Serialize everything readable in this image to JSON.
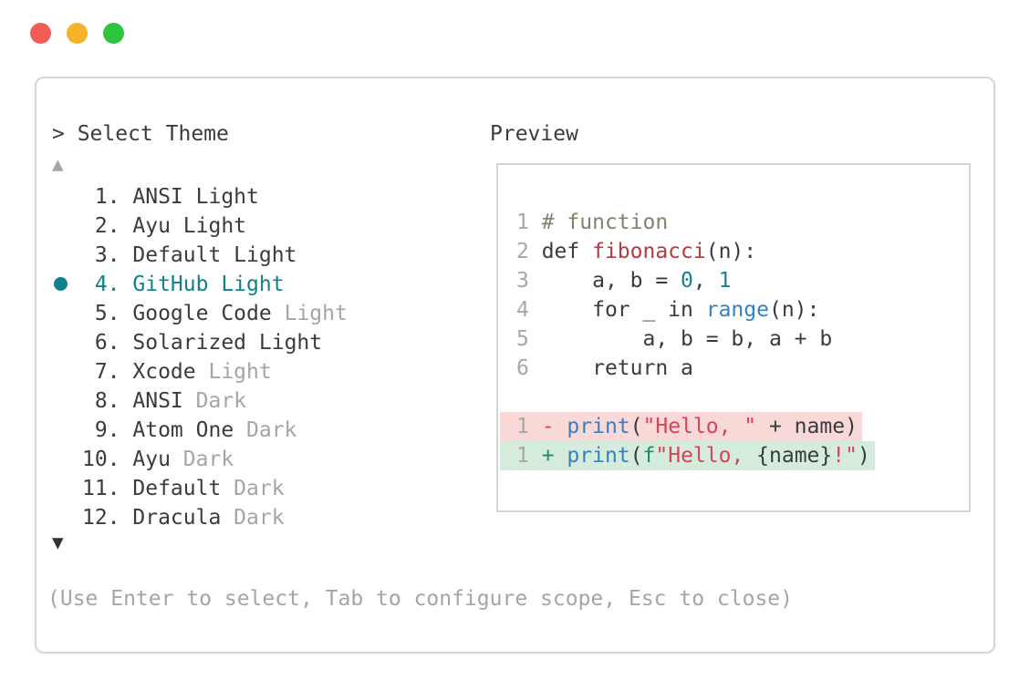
{
  "window": {
    "traffic_lights": [
      {
        "name": "close-button",
        "color": "#f25c54"
      },
      {
        "name": "minimize-button",
        "color": "#f3b32b"
      },
      {
        "name": "maximize-button",
        "color": "#2ec53e"
      }
    ]
  },
  "selector": {
    "header": "> Select Theme",
    "scroll_up_glyph": "▲",
    "scroll_down_glyph": "▼",
    "items": [
      {
        "num": "1.",
        "name": "ANSI",
        "suffix": "Light",
        "suffix_muted": false,
        "selected": false
      },
      {
        "num": "2.",
        "name": "Ayu",
        "suffix": "Light",
        "suffix_muted": false,
        "selected": false
      },
      {
        "num": "3.",
        "name": "Default",
        "suffix": "Light",
        "suffix_muted": false,
        "selected": false
      },
      {
        "num": "4.",
        "name": "GitHub",
        "suffix": "Light",
        "suffix_muted": false,
        "selected": true
      },
      {
        "num": "5.",
        "name": "Google Code",
        "suffix": "Light",
        "suffix_muted": true,
        "selected": false
      },
      {
        "num": "6.",
        "name": "Solarized",
        "suffix": "Light",
        "suffix_muted": false,
        "selected": false
      },
      {
        "num": "7.",
        "name": "Xcode",
        "suffix": "Light",
        "suffix_muted": true,
        "selected": false
      },
      {
        "num": "8.",
        "name": "ANSI",
        "suffix": "Dark",
        "suffix_muted": true,
        "selected": false
      },
      {
        "num": "9.",
        "name": "Atom One",
        "suffix": "Dark",
        "suffix_muted": true,
        "selected": false
      },
      {
        "num": "10.",
        "name": "Ayu",
        "suffix": "Dark",
        "suffix_muted": true,
        "selected": false
      },
      {
        "num": "11.",
        "name": "Default",
        "suffix": "Dark",
        "suffix_muted": true,
        "selected": false
      },
      {
        "num": "12.",
        "name": "Dracula",
        "suffix": "Dark",
        "suffix_muted": true,
        "selected": false
      }
    ]
  },
  "preview": {
    "header": "Preview",
    "code_lines": [
      {
        "bg": "",
        "segments": [
          {
            "t": "1 ",
            "c": "ln"
          },
          {
            "t": "# function",
            "c": "comment"
          }
        ]
      },
      {
        "bg": "",
        "segments": [
          {
            "t": "2 ",
            "c": "ln"
          },
          {
            "t": "def ",
            "c": "text"
          },
          {
            "t": "fibonacci",
            "c": "func"
          },
          {
            "t": "(n):",
            "c": "text"
          }
        ]
      },
      {
        "bg": "",
        "segments": [
          {
            "t": "3 ",
            "c": "ln"
          },
          {
            "t": "    a, b = ",
            "c": "text"
          },
          {
            "t": "0",
            "c": "num"
          },
          {
            "t": ", ",
            "c": "text"
          },
          {
            "t": "1",
            "c": "num"
          }
        ]
      },
      {
        "bg": "",
        "segments": [
          {
            "t": "4 ",
            "c": "ln"
          },
          {
            "t": "    for _ in ",
            "c": "text"
          },
          {
            "t": "range",
            "c": "call"
          },
          {
            "t": "(n):",
            "c": "text"
          }
        ]
      },
      {
        "bg": "",
        "segments": [
          {
            "t": "5 ",
            "c": "ln"
          },
          {
            "t": "        a, b = b, a + b",
            "c": "text"
          }
        ]
      },
      {
        "bg": "",
        "segments": [
          {
            "t": "6 ",
            "c": "ln"
          },
          {
            "t": "    return a",
            "c": "text"
          }
        ]
      },
      {
        "bg": "",
        "segments": []
      },
      {
        "bg": "del",
        "segments": [
          {
            "t": "1 ",
            "c": "ln"
          },
          {
            "t": "- ",
            "c": "del"
          },
          {
            "t": "print",
            "c": "call"
          },
          {
            "t": "(",
            "c": "text"
          },
          {
            "t": "\"Hello, \"",
            "c": "string"
          },
          {
            "t": " + name)",
            "c": "text"
          }
        ]
      },
      {
        "bg": "add",
        "segments": [
          {
            "t": "1 ",
            "c": "ln"
          },
          {
            "t": "+ ",
            "c": "add"
          },
          {
            "t": "print",
            "c": "call"
          },
          {
            "t": "(",
            "c": "text"
          },
          {
            "t": "f",
            "c": "add"
          },
          {
            "t": "\"Hello, ",
            "c": "string"
          },
          {
            "t": "{name}",
            "c": "text"
          },
          {
            "t": "!\"",
            "c": "string"
          },
          {
            "t": ")",
            "c": "text"
          }
        ]
      }
    ]
  },
  "help": "(Use Enter to select, Tab to configure scope, Esc to close)",
  "colors": {
    "text": "#383c40",
    "muted": "#a5a5a5",
    "accent_teal": "#117f8c",
    "ln": "#a7a7a7",
    "comment": "#82826b",
    "func": "#b23c3f",
    "num": "#15828e",
    "call": "#3781c2",
    "string": "#d6445a",
    "del": "#d6445a",
    "add": "#1e8a72",
    "del_bg": "#f9d8d8",
    "add_bg": "#d5ecdc"
  }
}
